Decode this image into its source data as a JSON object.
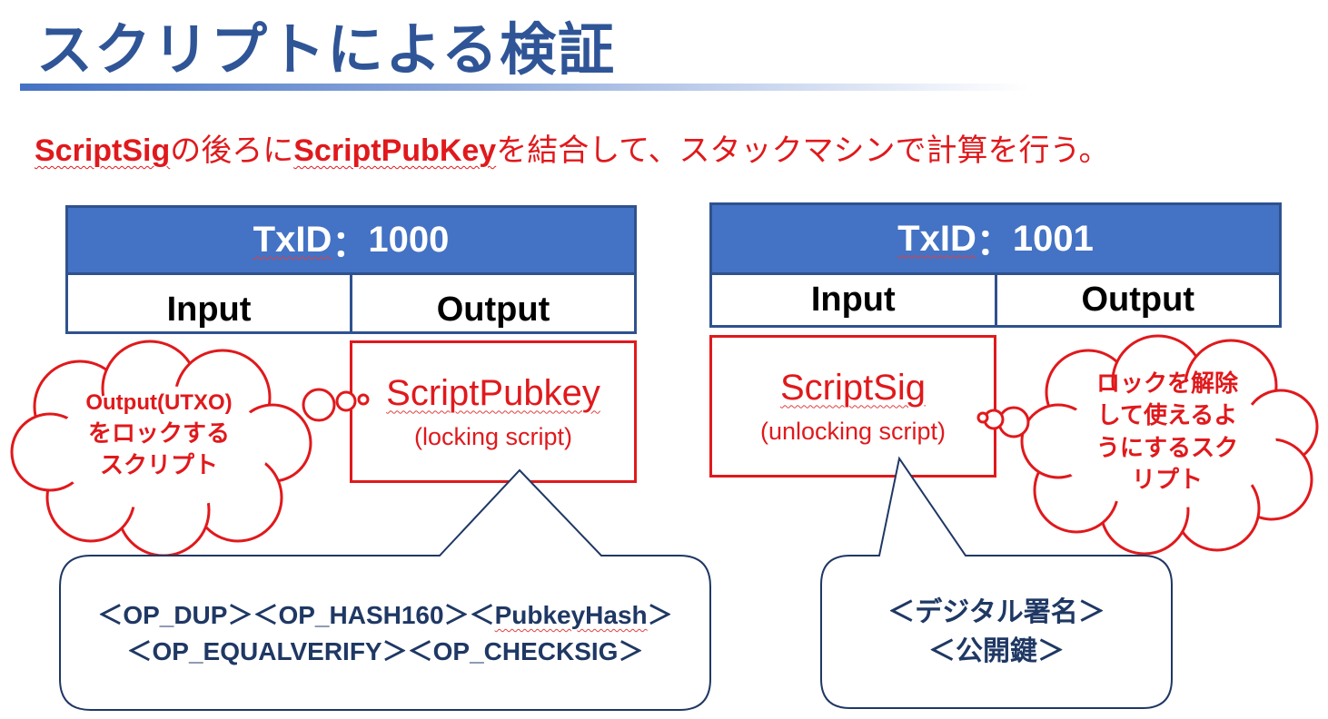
{
  "title": "スクリプトによる検証",
  "subtitle": {
    "kw1": "ScriptSig",
    "mid1": "の後ろに",
    "kw2": "ScriptPubKey",
    "rest": "を結合して、スタックマシンで計算を行う。"
  },
  "tx_left": {
    "txid_word": "TxID",
    "txid_sep": "：",
    "txid_value": "1000",
    "input_label": "Input",
    "output_label": "Output"
  },
  "tx_right": {
    "txid_word": "TxID",
    "txid_sep": "：",
    "txid_value": "1001",
    "input_label": "Input",
    "output_label": "Output"
  },
  "locking_box": {
    "name": "ScriptPubkey",
    "sub": "(locking script)"
  },
  "unlocking_box": {
    "name": "ScriptSig",
    "sub": "(unlocking script)"
  },
  "cloud_left": {
    "line1": "Output(UTXO)",
    "line2": "をロックする",
    "line3": "スクリプト"
  },
  "cloud_right": {
    "line1": "ロックを解除",
    "line2": "して使えるよ",
    "line3": "うにするスク",
    "line4": "リプト"
  },
  "callout_left": {
    "op1": "＜OP_DUP＞",
    "op2": "＜OP_HASH160＞",
    "op3_open": "＜",
    "op3_word": "PubkeyHash",
    "op3_close": "＞",
    "op4": "＜OP_EQUALVERIFY＞",
    "op5": "＜OP_CHECKSIG＞"
  },
  "callout_right": {
    "line1": "＜デジタル署名＞",
    "line2": "＜公開鍵＞"
  },
  "colors": {
    "title": "#2f5597",
    "header_fill": "#4472c4",
    "table_border": "#2f528f",
    "accent_red": "#e0191c",
    "callout_border": "#1f3864"
  }
}
